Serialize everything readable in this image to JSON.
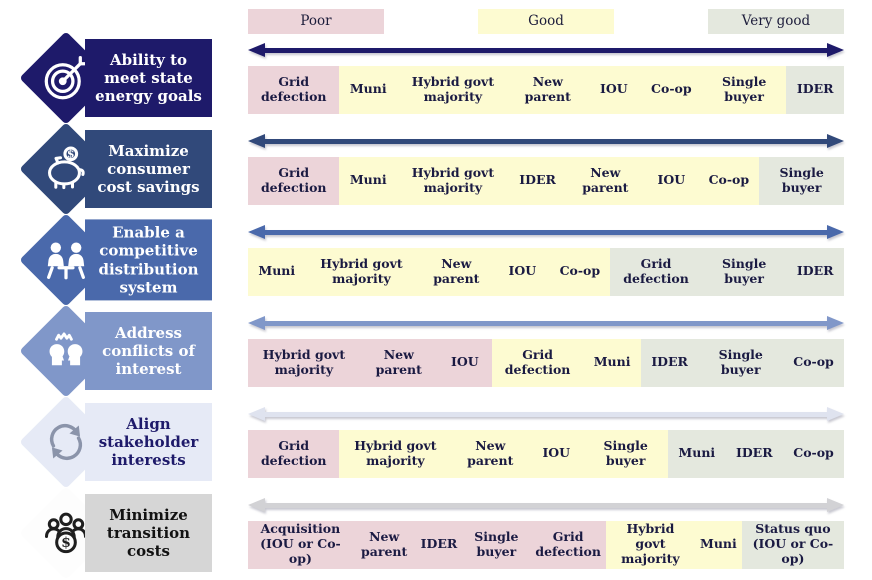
{
  "colors": {
    "poor": "#ecd4d9",
    "good": "#fdfbd1",
    "very_good": "#e4e8de"
  },
  "legend": {
    "items": [
      {
        "label": "Poor",
        "rating": "poor"
      },
      {
        "label": "Good",
        "rating": "good"
      },
      {
        "label": "Very good",
        "rating": "very_good"
      }
    ]
  },
  "rows": [
    {
      "criterion": "Ability to meet state energy goals",
      "icon": "target-dart-icon",
      "theme": {
        "box": "#1e1a6a",
        "text": "#ffffff",
        "diamond": "#1e1a6a",
        "icon": "#ffffff",
        "arrow": "#1e1a6a"
      },
      "cells": [
        {
          "label": "Grid defection",
          "rating": "poor"
        },
        {
          "label": "Muni",
          "rating": "good"
        },
        {
          "label": "Hybrid govt majority",
          "rating": "good"
        },
        {
          "label": "New parent",
          "rating": "good"
        },
        {
          "label": "IOU",
          "rating": "good"
        },
        {
          "label": "Co-op",
          "rating": "good"
        },
        {
          "label": "Single buyer",
          "rating": "good"
        },
        {
          "label": "IDER",
          "rating": "very_good"
        }
      ]
    },
    {
      "criterion": "Maximize consumer cost savings",
      "icon": "piggy-bank-icon",
      "theme": {
        "box": "#31497a",
        "text": "#ffffff",
        "diamond": "#31497a",
        "icon": "#ffffff",
        "arrow": "#31497a"
      },
      "cells": [
        {
          "label": "Grid defection",
          "rating": "poor"
        },
        {
          "label": "Muni",
          "rating": "good"
        },
        {
          "label": "Hybrid govt majority",
          "rating": "good"
        },
        {
          "label": "IDER",
          "rating": "good"
        },
        {
          "label": "New parent",
          "rating": "good"
        },
        {
          "label": "IOU",
          "rating": "good"
        },
        {
          "label": "Co-op",
          "rating": "good"
        },
        {
          "label": "Single buyer",
          "rating": "very_good"
        }
      ]
    },
    {
      "criterion": "Enable a competitive distribution system",
      "icon": "meeting-people-icon",
      "theme": {
        "box": "#4a69ab",
        "text": "#ffffff",
        "diamond": "#4a69ab",
        "icon": "#ffffff",
        "arrow": "#4a69ab"
      },
      "cells": [
        {
          "label": "Muni",
          "rating": "good"
        },
        {
          "label": "Hybrid govt majority",
          "rating": "good"
        },
        {
          "label": "New parent",
          "rating": "good"
        },
        {
          "label": "IOU",
          "rating": "good"
        },
        {
          "label": "Co-op",
          "rating": "good"
        },
        {
          "label": "Grid defection",
          "rating": "very_good"
        },
        {
          "label": "Single buyer",
          "rating": "very_good"
        },
        {
          "label": "IDER",
          "rating": "very_good"
        }
      ]
    },
    {
      "criterion": "Address conflicts of interest",
      "icon": "conflict-heads-icon",
      "theme": {
        "box": "#8097c9",
        "text": "#ffffff",
        "diamond": "#8097c9",
        "icon": "#ffffff",
        "arrow": "#8097c9"
      },
      "cells": [
        {
          "label": "Hybrid govt majority",
          "rating": "poor"
        },
        {
          "label": "New parent",
          "rating": "poor"
        },
        {
          "label": "IOU",
          "rating": "poor"
        },
        {
          "label": "Grid defection",
          "rating": "good"
        },
        {
          "label": "Muni",
          "rating": "good"
        },
        {
          "label": "IDER",
          "rating": "very_good"
        },
        {
          "label": "Single buyer",
          "rating": "very_good"
        },
        {
          "label": "Co-op",
          "rating": "very_good"
        }
      ]
    },
    {
      "criterion": "Align stakeholder interests",
      "icon": "sync-arrows-icon",
      "theme": {
        "box": "#e6eaf6",
        "text": "#1e1a6a",
        "diamond": "#e6eaf6",
        "icon": "#8b94aa",
        "arrow": "#dfe3ef"
      },
      "cells": [
        {
          "label": "Grid defection",
          "rating": "poor"
        },
        {
          "label": "Hybrid govt majority",
          "rating": "good"
        },
        {
          "label": "New parent",
          "rating": "good"
        },
        {
          "label": "IOU",
          "rating": "good"
        },
        {
          "label": "Single buyer",
          "rating": "good"
        },
        {
          "label": "Muni",
          "rating": "very_good"
        },
        {
          "label": "IDER",
          "rating": "very_good"
        },
        {
          "label": "Co-op",
          "rating": "very_good"
        }
      ]
    },
    {
      "criterion": "Minimize transition costs",
      "icon": "people-money-icon",
      "theme": {
        "box": "#d6d6d6",
        "text": "#121212",
        "diamond": "#fdfdfd",
        "icon": "#1f1f1f",
        "arrow": "#d2d2d5"
      },
      "cells": [
        {
          "label": "Acquisition (IOU or Co-op)",
          "rating": "poor"
        },
        {
          "label": "New parent",
          "rating": "poor"
        },
        {
          "label": "IDER",
          "rating": "poor"
        },
        {
          "label": "Single buyer",
          "rating": "poor"
        },
        {
          "label": "Grid defection",
          "rating": "poor"
        },
        {
          "label": "Hybrid govt majority",
          "rating": "good"
        },
        {
          "label": "Muni",
          "rating": "good"
        },
        {
          "label": "Status quo (IOU or Co-op)",
          "rating": "very_good"
        }
      ]
    }
  ]
}
